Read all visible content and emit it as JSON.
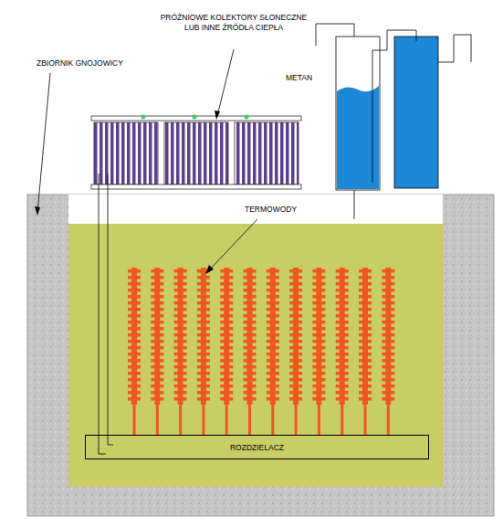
{
  "diagram": {
    "nodes": [
      {
        "text": [
          "ROZDZIELACZ"
        ]
      }
    ],
    "labels": [
      "PRÓŻNIOWE KOLEKTORY SŁONECZNE LUB INNE ŹRÓDŁA CIEPŁA",
      "ZBIORNIK GNOJOWICY",
      "METAN",
      "TERMOWODY"
    ]
  }
}
